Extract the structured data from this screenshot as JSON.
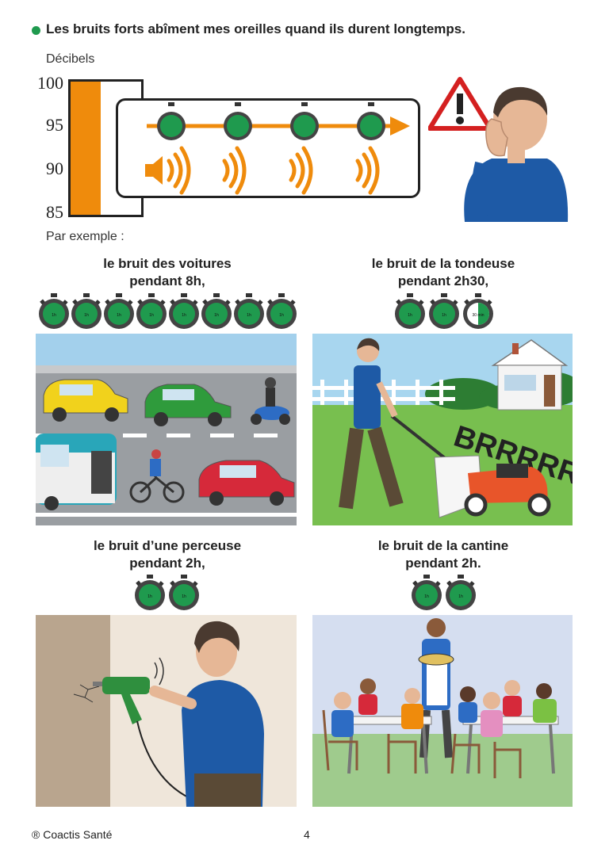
{
  "intro": "Les bruits forts abîment mes oreilles quand ils durent longtemps.",
  "scale": {
    "unit_label": "Décibels",
    "ticks": [
      "100",
      "95",
      "90",
      "85"
    ]
  },
  "example_label": "Par exemple :",
  "examples": [
    {
      "line1": "le bruit des voitures",
      "line2": "pendant 8h,"
    },
    {
      "line1": "le bruit de la tondeuse",
      "line2": "pendant 2h30,"
    },
    {
      "line1": "le bruit d’une perceuse",
      "line2": "pendant 2h,"
    },
    {
      "line1": "le bruit de la cantine",
      "line2": "pendant 2h."
    }
  ],
  "stopwatch_hour_label": "1h",
  "stopwatch_half_label": "30 min",
  "onomatopoeia": "BRRRRRR",
  "footer": {
    "copyright": "® Coactis Santé",
    "page": "4"
  },
  "colors": {
    "orange": "#ef8b0c",
    "green": "#1f9a4e",
    "blue_shirt": "#1e5aa6"
  }
}
